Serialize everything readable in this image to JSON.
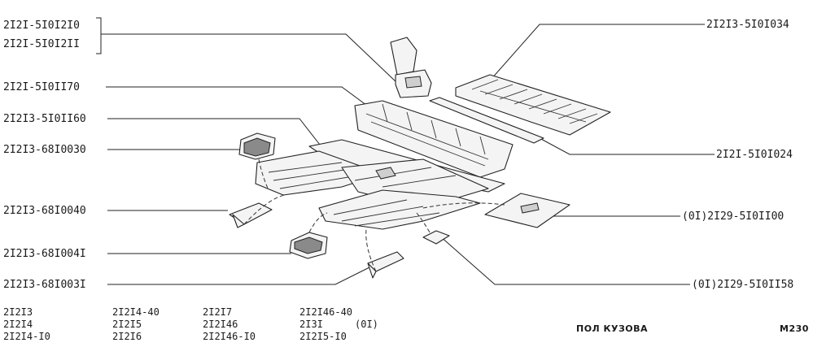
{
  "callouts": {
    "l1a": "2I2I-5I0I2I0",
    "l1b": "2I2I-5I0I2II",
    "l2": "2I2I-5I0II70",
    "l3": "2I2I3-5I0II60",
    "l4": "2I2I3-68I0030",
    "l5": "2I2I3-68I0040",
    "l6": "2I2I3-68I004I",
    "l7": "2I2I3-68I003I",
    "r1": "2I2I3-5I0I034",
    "r2": "2I2I-5I0I024",
    "r3": "(0I)2I29-5I0II00",
    "r4": "(0I)2I29-5I0II58"
  },
  "models": {
    "col1": [
      "2I2I3",
      "2I2I4",
      "2I2I4-I0"
    ],
    "col2": [
      "2I2I4-40",
      "2I2I5",
      "2I2I6"
    ],
    "col3": [
      "2I2I7",
      "2I2I46",
      "2I2I46-I0"
    ],
    "col4": [
      "2I2I46-40",
      "2I3I",
      "2I2I5-I0"
    ],
    "col4_note": "(0I)"
  },
  "title": "ПОЛ КУЗОВА",
  "page_code": "M230"
}
